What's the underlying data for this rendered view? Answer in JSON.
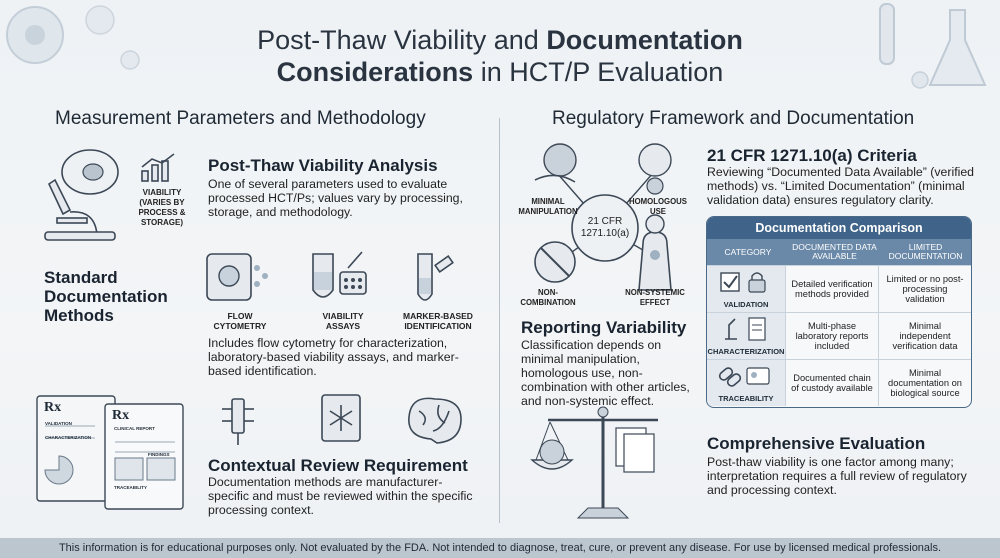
{
  "title": {
    "part1": "Post-Thaw Viability and ",
    "bold1": "Documentation",
    "bold2": "Considerations",
    "part2": " in HCT/P Evaluation"
  },
  "left": {
    "heading": "Measurement Parameters and Methodology",
    "viability_label": "VIABILITY (VARIES BY PROCESS & STORAGE)",
    "pta_title": "Post-Thaw Viability Analysis",
    "pta_text": "One of several parameters used to evaluate processed HCT/Ps; values vary by processing, storage, and methodology.",
    "std_title": "Standard Documentation Methods",
    "methods": [
      "FLOW CYTOMETRY",
      "VIABILITY ASSAYS",
      "MARKER-BASED IDENTIFICATION"
    ],
    "methods_text": "Includes flow cytometry for characterization, laboratory-based viability assays, and marker-based identification.",
    "ctx_title": "Contextual Review Requirement",
    "ctx_text": "Documentation methods are manufacturer-specific and must be reviewed within the specific processing context."
  },
  "right": {
    "heading": "Regulatory Framework and Documentation",
    "hub_label": "21 CFR 1271.10(a)",
    "criteria": [
      "MINIMAL MANIPULATION",
      "HOMOLOGOUS USE",
      "NON-COMBINATION",
      "NON-SYSTEMIC EFFECT"
    ],
    "cfr_title": "21 CFR 1271.10(a) Criteria",
    "cfr_text": "Reviewing “Documented Data Available” (verified methods) vs. “Limited Documentation” (minimal validation data) ensures regulatory clarity.",
    "rv_title": "Reporting Variability",
    "rv_text": "Classification depends on minimal manipulation, homologous use, non-combination with other articles, and non-systemic effect.",
    "ce_title": "Comprehensive Evaluation",
    "ce_text": "Post-thaw viability is one factor among many; interpretation requires a full review of regulatory and processing context."
  },
  "table": {
    "title": "Documentation Comparison",
    "headers": [
      "CATEGORY",
      "DOCUMENTED DATA AVAILABLE",
      "LIMITED DOCUMENTATION"
    ],
    "rows": [
      {
        "category": "VALIDATION",
        "documented": "Detailed verification methods provided",
        "limited": "Limited or no post-processing validation"
      },
      {
        "category": "CHARACTERIZATION",
        "documented": "Multi-phase laboratory reports included",
        "limited": "Minimal independent verification data"
      },
      {
        "category": "TRACEABILITY",
        "documented": "Documented chain of custody available",
        "limited": "Minimal documentation on biological source"
      }
    ]
  },
  "rx_labels": {
    "rx": "Rx",
    "report": "CLINICAL REPORT",
    "validation": "VALIDATION",
    "characterization": "CHARACTERIZATION",
    "findings": "FINDINGS",
    "traceability": "TRACEABILITY"
  },
  "footer": "This information is for educational purposes only. Not evaluated by the FDA. Not intended to diagnose, treat, cure, or prevent any disease. For use by licensed medical professionals.",
  "colors": {
    "accent": "#3f6389",
    "header": "#6a89a8",
    "footer": "#bcc6cf"
  }
}
